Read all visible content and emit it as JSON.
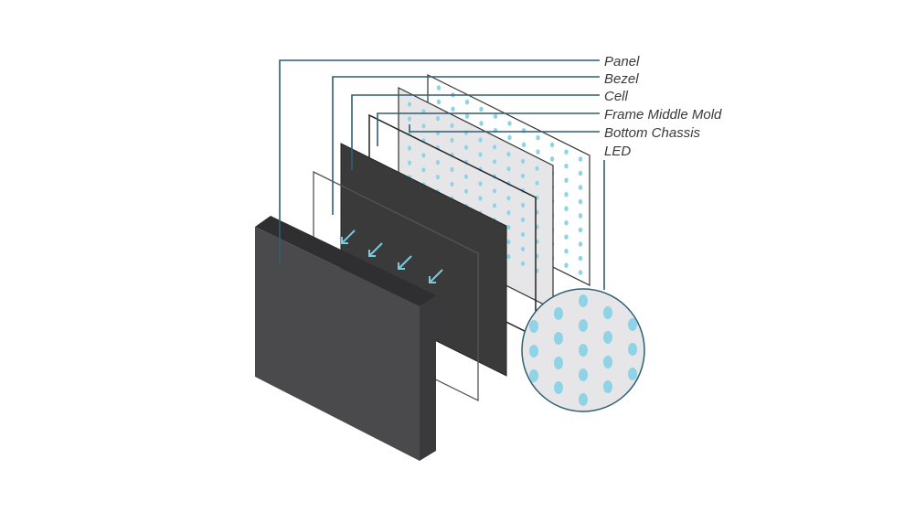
{
  "diagram": {
    "labels": [
      {
        "id": "panel",
        "text": "Panel"
      },
      {
        "id": "bezel",
        "text": "Bezel"
      },
      {
        "id": "cell",
        "text": "Cell"
      },
      {
        "id": "frame",
        "text": "Frame Middle Mold"
      },
      {
        "id": "chassis",
        "text": "Bottom Chassis"
      },
      {
        "id": "led",
        "text": "LED"
      }
    ],
    "colors": {
      "leader_line": "#2f5f73",
      "panel_front": "#4a4a4c",
      "panel_side": "#3a3a3c",
      "panel_top": "#2f2f31",
      "cell": "#3a3a3a",
      "frame_fill": "#e6e6e8",
      "led_dot": "#8fd3e6",
      "arrow": "#7cc9dc"
    }
  }
}
